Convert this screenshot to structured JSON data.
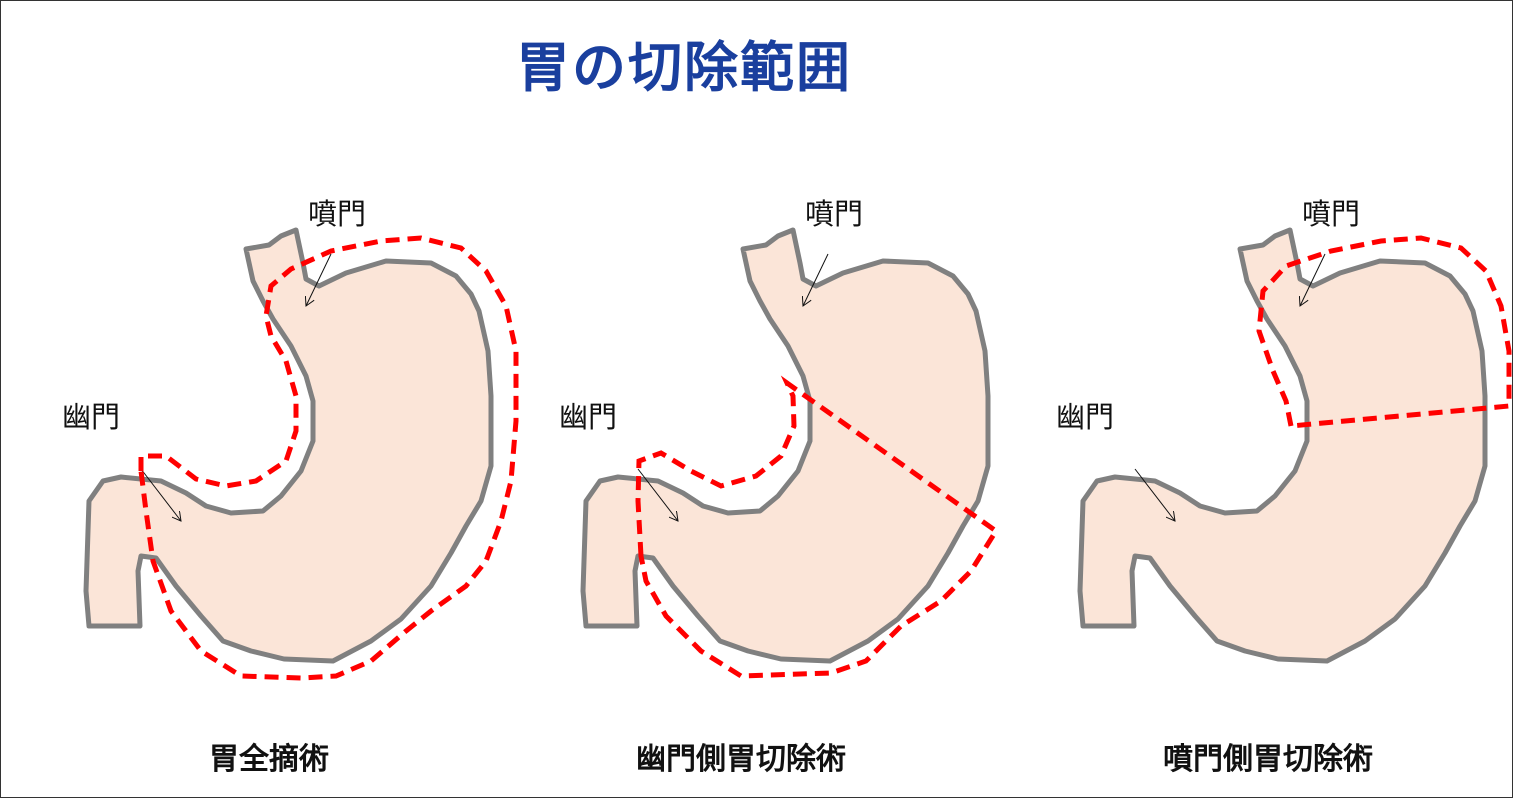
{
  "title": "胃の切除範囲",
  "panels": [
    {
      "caption": "胃全摘術",
      "cardia_label": "噴門",
      "pylorus_label": "幽門"
    },
    {
      "caption": "幽門側胃切除術",
      "cardia_label": "噴門",
      "pylorus_label": "幽門"
    },
    {
      "caption": "噴門側胃切除術",
      "cardia_label": "噴門",
      "pylorus_label": "幽門"
    }
  ],
  "colors": {
    "title": "#1a3f9e",
    "stomach_fill": "#fbe5d8",
    "stomach_outline": "#808080",
    "resection_line": "#ff0000"
  }
}
